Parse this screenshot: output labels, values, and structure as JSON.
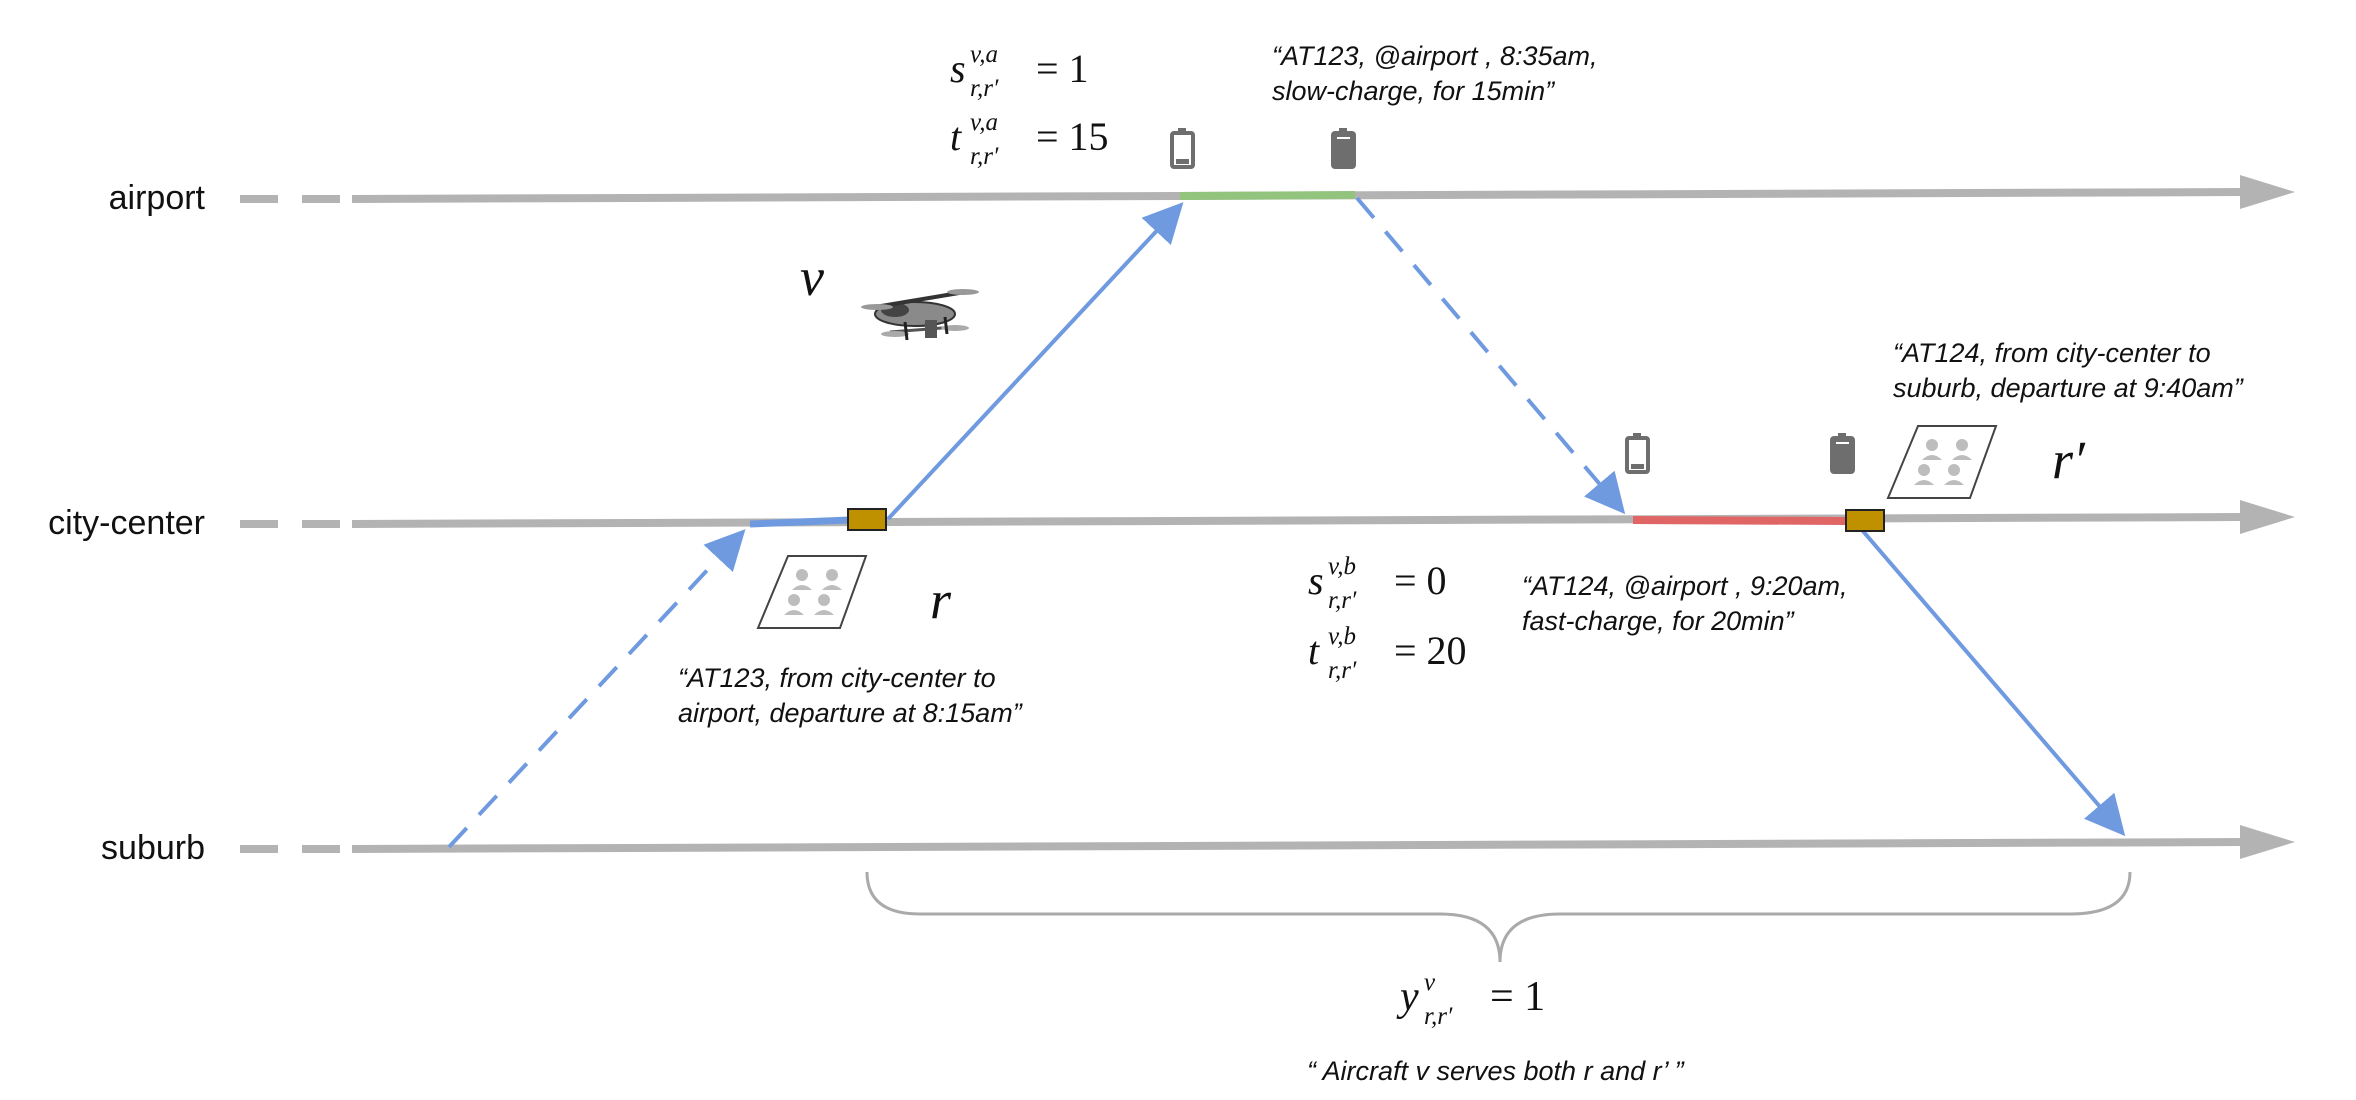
{
  "locations": [
    "airport",
    "city-center",
    "suburb"
  ],
  "notes": {
    "charge_a_line1": "“AT123, @airport , 8:35am,",
    "charge_a_line2": "slow-charge, for 15min”",
    "request_r_line1": "“AT123, from city-center to",
    "request_r_line2": "airport, departure at 8:15am”",
    "request_rp_line1": "“AT124, from city-center to",
    "request_rp_line2": "suburb, departure at 9:40am”",
    "charge_b_line1": "“AT124, @airport , 9:20am,",
    "charge_b_line2": "fast-charge, for 20min”",
    "caption": "“ Aircraft v serves both r and r’ ”"
  },
  "math": {
    "s_a": {
      "base": "s",
      "sup": "v,a",
      "sub": "r,r′",
      "value": "= 1"
    },
    "t_a": {
      "base": "t",
      "sup": "v,a",
      "sub": "r,r′",
      "value": "= 15"
    },
    "s_b": {
      "base": "s",
      "sup": "v,b",
      "sub": "r,r′",
      "value": "= 0"
    },
    "t_b": {
      "base": "t",
      "sup": "v,b",
      "sub": "r,r′",
      "value": "= 20"
    },
    "y": {
      "base": "y",
      "sup": "v",
      "sub": "r,r′",
      "value": "= 1"
    },
    "v_label": "v",
    "r_label": "r",
    "rp_label": "r′"
  },
  "colors": {
    "timeline": "#b3b3b3",
    "route": "#6f9ae0",
    "slow_charge": "#93c47d",
    "fast_charge": "#e06666",
    "request_box": "#bf9000",
    "battery": "#6e6e6e"
  },
  "icons": [
    "evtol-aircraft-icon",
    "battery-low-icon",
    "battery-full-icon",
    "passenger-group-icon"
  ]
}
